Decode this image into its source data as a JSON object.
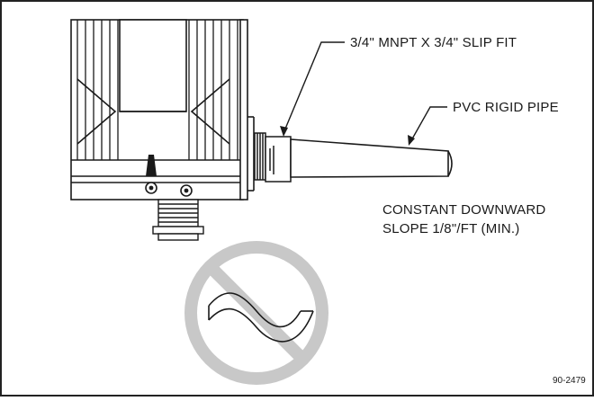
{
  "labels": {
    "fitting": "3/4\" MNPT X 3/4\" SLIP FIT",
    "pipe": "PVC RIGID PIPE",
    "slope_line1": "CONSTANT DOWNWARD",
    "slope_line2": "SLOPE 1/8\"/FT (MIN.)",
    "figure_id": "90-2479"
  },
  "colors": {
    "line": "#1a1a1a",
    "prohibition": "#c8c8c8",
    "border": "#222222",
    "background": "#ffffff"
  },
  "icons": {
    "prohibition": "no-sagging-pipe-icon"
  }
}
